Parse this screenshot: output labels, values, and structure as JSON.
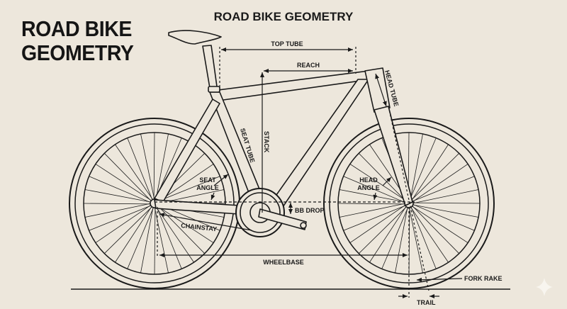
{
  "title_line1": "ROAD BIKE",
  "title_line2": "GEOMETRY",
  "diagram_title": "ROAD BIKE GEOMETRY",
  "labels": {
    "top_tube": "TOP TUBE",
    "reach": "REACH",
    "head_tube": "HEAD TUBE",
    "stack": "STACK",
    "seat_tube": "SEAT TUBE",
    "seat_angle_1": "SEAT",
    "seat_angle_2": "ANGLE",
    "head_angle_1": "HEAD",
    "head_angle_2": "ANGLE",
    "bb_drop": "BB DROP",
    "chainstay": "CHAINSTAY",
    "wheelbase": "WHEELBASE",
    "fork_rake": "FORK RAKE",
    "trail": "TRAIL"
  },
  "colors": {
    "background": "#ede7dc",
    "ink": "#1a1a1a"
  }
}
